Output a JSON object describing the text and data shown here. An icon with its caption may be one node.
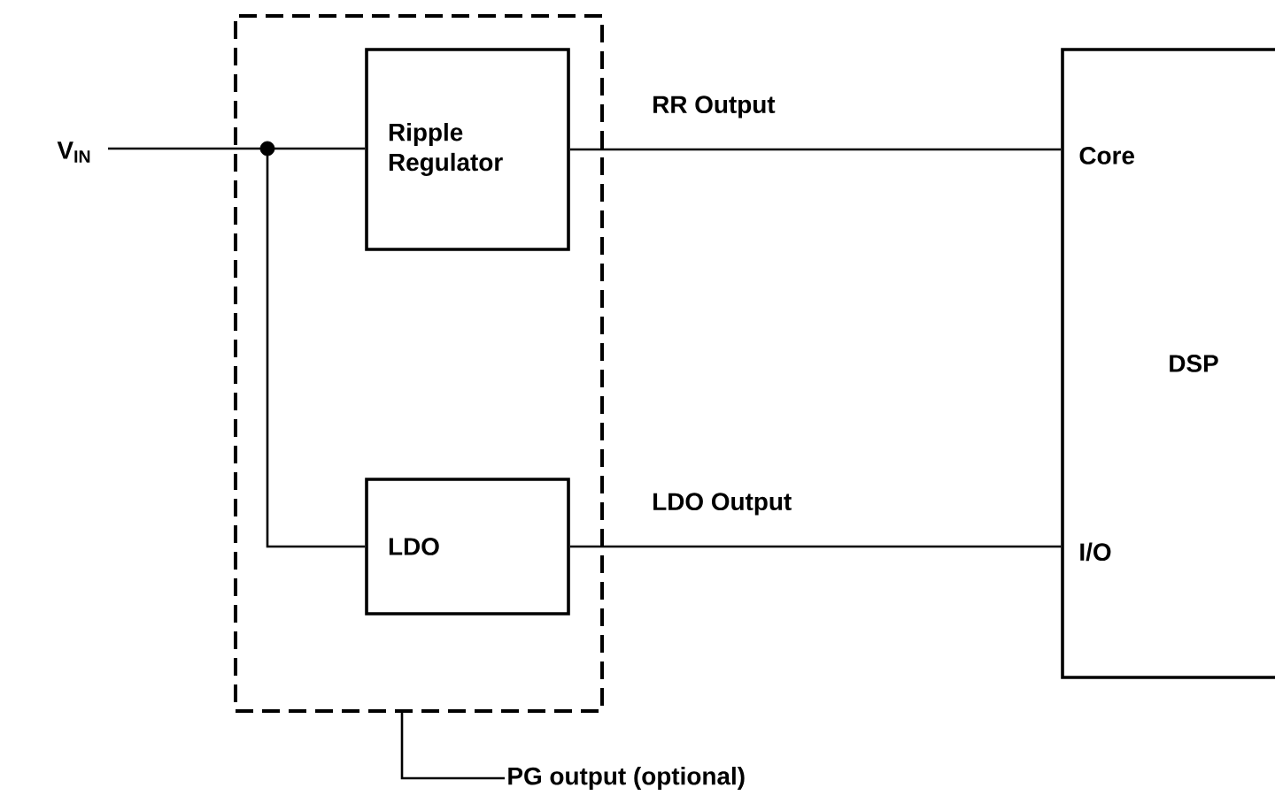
{
  "diagram": {
    "nodes": [
      {
        "text": [
          "V$_{IN}$"
        ]
      },
      {
        "text": [],
        "shape": "box"
      },
      {
        "text": [
          "Ripple Regulator"
        ],
        "in": 1
      },
      {
        "text": [
          "LDO"
        ],
        "in": 1
      },
      {
        "text": [],
        "shape": "circle",
        "in": 1
      },
      {
        "text": [
          "DSP"
        ]
      },
      {
        "text": [
          "PG output (optional)"
        ]
      }
    ],
    "edges": [
      {
        "from": 0,
        "to": 4,
        "arrow": "none"
      },
      {
        "from": 4,
        "to": 2,
        "arrow": "none"
      },
      {
        "from": 4,
        "to": 3,
        "arrow": "none"
      },
      {
        "from": 2,
        "to": 5,
        "arrow": "none",
        "label": "RR Output"
      },
      {
        "from": 3,
        "to": 5,
        "arrow": "none",
        "label": "LDO Output"
      },
      {
        "from": 6,
        "to": 1,
        "arrow": "none"
      }
    ],
    "labels": [
      "Core",
      "I/O"
    ]
  }
}
